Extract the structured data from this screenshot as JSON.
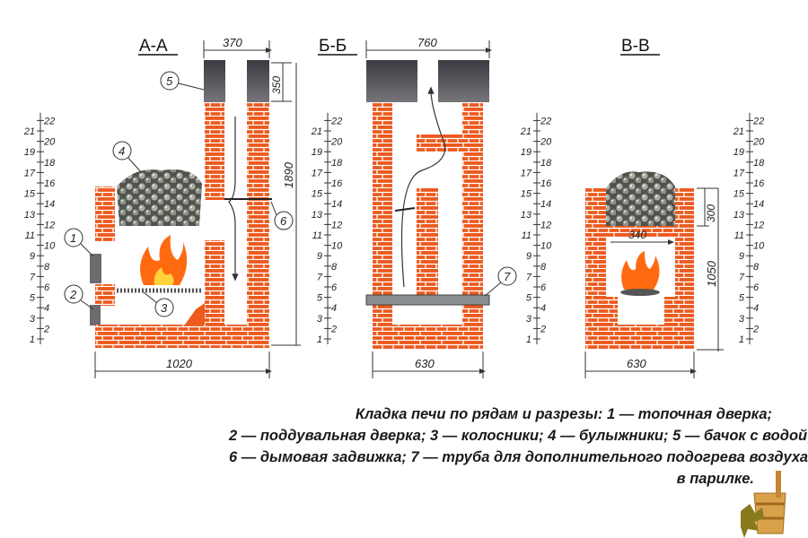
{
  "sections": {
    "a": {
      "title": "А-А",
      "dims": {
        "top": "370",
        "tank": "350",
        "height": "1890",
        "base": "1020"
      }
    },
    "b": {
      "title": "Б-Б",
      "dims": {
        "top": "760",
        "base": "630"
      }
    },
    "c": {
      "title": "В-В",
      "dims": {
        "inner": "340",
        "stones": "300",
        "height": "1050",
        "base": "630"
      }
    }
  },
  "callouts": [
    "1",
    "2",
    "3",
    "4",
    "5",
    "6",
    "7"
  ],
  "row_scale": {
    "odd": [
      "1",
      "3",
      "5",
      "7",
      "9",
      "11",
      "13",
      "15",
      "17",
      "19",
      "21"
    ],
    "even": [
      "2",
      "4",
      "6",
      "8",
      "10",
      "12",
      "14",
      "16",
      "18",
      "20",
      "22"
    ]
  },
  "caption": [
    "Кладка печи по рядам и разрезы: 1 — топочная дверка;",
    "2 — поддувальная дверка; 3 — колосники; 4 — булыжники; 5 — бачок с водой;",
    "6 — дымовая задвижка; 7 — труба для дополнительного подогрева воздуха",
    "в парилке."
  ],
  "colors": {
    "brick": "#ec5a1e",
    "mortar": "#ffffff",
    "tank": "#4a4a4f",
    "stone": "#6d7168",
    "flame": "#ff6a10"
  }
}
